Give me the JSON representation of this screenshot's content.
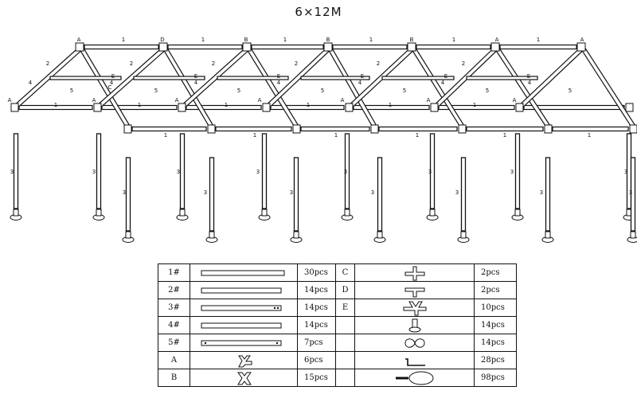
{
  "title": "6×12M",
  "frame_labels": {
    "one": "1",
    "two": "2",
    "three": "3",
    "four": "4",
    "five": "5",
    "A": "A",
    "B": "B",
    "C": "C",
    "D": "D",
    "E": "E"
  },
  "parts": [
    {
      "id": "1#",
      "qty": "30pcs",
      "icon": "tube-long-icon"
    },
    {
      "id": "2#",
      "qty": "14pcs",
      "icon": "tube-medium-icon"
    },
    {
      "id": "3#",
      "qty": "14pcs",
      "icon": "tube-with-holes-icon"
    },
    {
      "id": "4#",
      "qty": "14pcs",
      "icon": "tube-short-icon"
    },
    {
      "id": "5#",
      "qty": "7pcs",
      "icon": "tube-pinned-icon"
    },
    {
      "id": "A",
      "qty": "6pcs",
      "icon": "corner-connector-A-icon"
    },
    {
      "id": "B",
      "qty": "15pcs",
      "icon": "side-connector-B-icon"
    },
    {
      "id": "C",
      "qty": "2pcs",
      "icon": "cross-connector-C-icon"
    },
    {
      "id": "D",
      "qty": "2pcs",
      "icon": "ridge-connector-D-icon"
    },
    {
      "id": "E",
      "qty": "10pcs",
      "icon": "center-connector-E-icon"
    },
    {
      "id": "",
      "qty": "14pcs",
      "icon": "foot-plate-icon"
    },
    {
      "id": "",
      "qty": "14pcs",
      "icon": "bungee-loop-icon"
    },
    {
      "id": "",
      "qty": "28pcs",
      "icon": "ground-peg-icon"
    },
    {
      "id": "",
      "qty": "98pcs",
      "icon": "ball-bungee-icon"
    }
  ]
}
